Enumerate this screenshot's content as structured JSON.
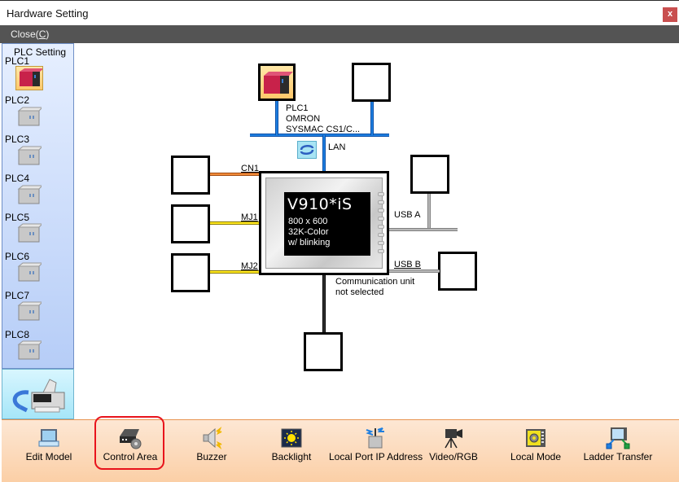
{
  "window": {
    "title": "Hardware Setting",
    "close_glyph": "x"
  },
  "menu": {
    "close_label": "Close(",
    "close_accel": "C",
    "close_suffix": ")"
  },
  "sidebar": {
    "header": "PLC Setting",
    "items": [
      {
        "label": "PLC1",
        "icon": "plc-red-icon",
        "selected": true
      },
      {
        "label": "PLC2",
        "icon": "plc-gray-icon",
        "selected": false
      },
      {
        "label": "PLC3",
        "icon": "plc-gray-icon",
        "selected": false
      },
      {
        "label": "PLC4",
        "icon": "plc-gray-icon",
        "selected": false
      },
      {
        "label": "PLC5",
        "icon": "plc-gray-icon",
        "selected": false
      },
      {
        "label": "PLC6",
        "icon": "plc-gray-icon",
        "selected": false
      },
      {
        "label": "PLC7",
        "icon": "plc-gray-icon",
        "selected": false
      },
      {
        "label": "PLC8",
        "icon": "plc-gray-icon",
        "selected": false
      }
    ],
    "transfer_icon": "printer-transfer-icon"
  },
  "diagram": {
    "plc1": {
      "line1": "PLC1",
      "line2": "OMRON",
      "line3": "SYSMAC CS1/C..."
    },
    "lan_label": "LAN",
    "ports": {
      "cn1": "CN1",
      "mj1": "MJ1",
      "mj2": "MJ2",
      "usb_a": "USB A",
      "usb_b": "USB B"
    },
    "hmi": {
      "model": "V910*iS",
      "resolution": "800 x 600",
      "color": "32K-Color",
      "blink": "w/  blinking"
    },
    "comm_unit": {
      "line1": "Communication unit",
      "line2": "not selected"
    },
    "colors": {
      "lan": "#1e7fe0",
      "cn1": "#f28c3a",
      "mj": "#ffe820",
      "usb": "#b8b8b8"
    }
  },
  "toolbar": {
    "buttons": [
      {
        "label": "Edit Model",
        "icon": "edit-model-icon"
      },
      {
        "label": "Control Area",
        "icon": "control-area-icon",
        "highlighted": true
      },
      {
        "label": "Buzzer",
        "icon": "buzzer-icon"
      },
      {
        "label": "Backlight",
        "icon": "backlight-icon"
      },
      {
        "label": "Local Port IP Address",
        "icon": "local-port-ip-icon"
      },
      {
        "label": "Video/RGB",
        "icon": "video-rgb-icon"
      },
      {
        "label": "Local Mode",
        "icon": "local-mode-icon"
      },
      {
        "label": "Ladder Transfer",
        "icon": "ladder-transfer-icon"
      }
    ]
  }
}
